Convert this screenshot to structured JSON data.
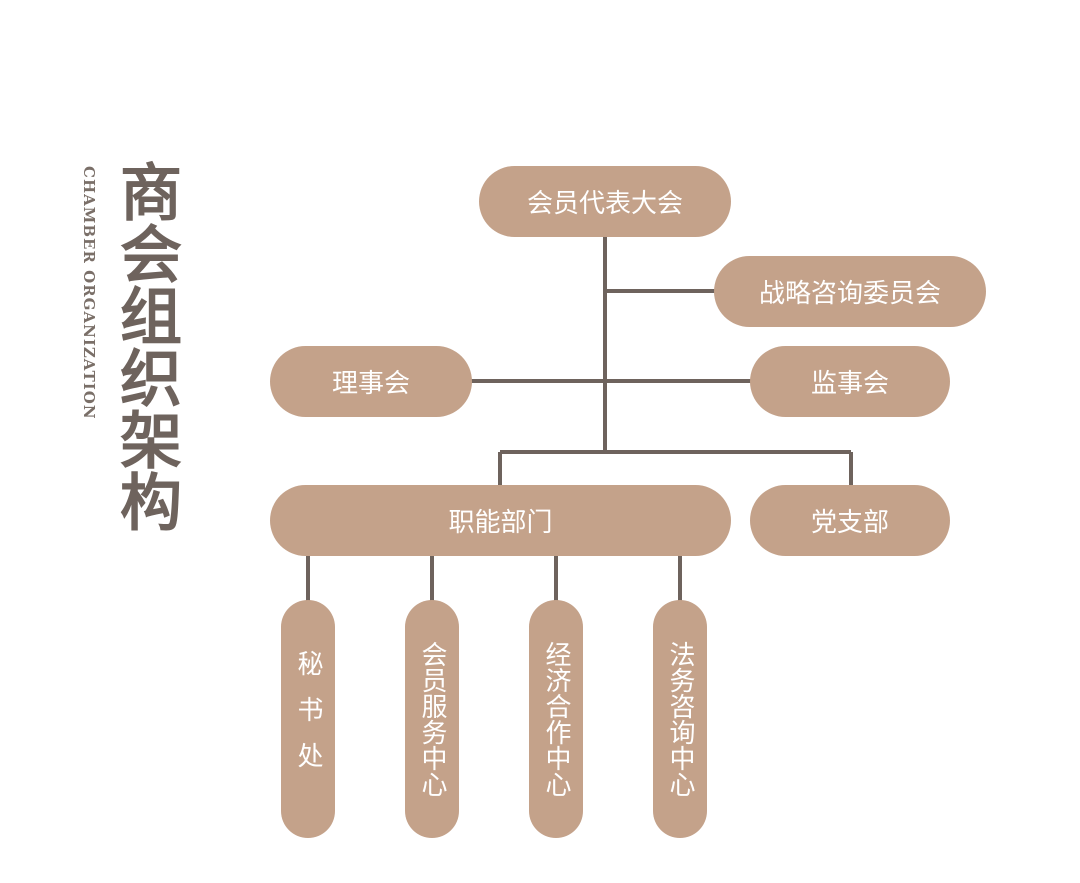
{
  "title": {
    "cn": "商会组织架构",
    "en": "CHAMBER ORGANIZATION"
  },
  "nodes": {
    "assembly": "会员代表大会",
    "strategy": "战略咨询委员会",
    "council": "理事会",
    "supervisory": "监事会",
    "functional": "职能部门",
    "party": "党支部",
    "secretariat": "秘书处",
    "member_service": "会员服务中心",
    "economic": "经济合作中心",
    "legal": "法务咨询中心"
  },
  "colors": {
    "node_fill": "#c4a28a",
    "connector": "#6e635d",
    "title": "#6e635d"
  }
}
